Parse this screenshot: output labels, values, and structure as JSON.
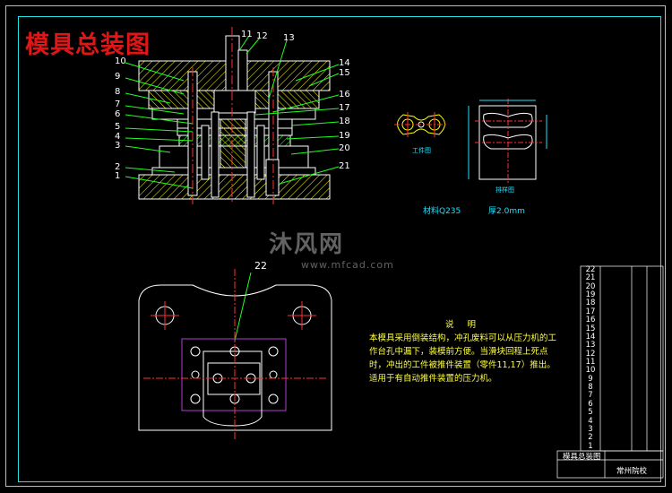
{
  "drawing": {
    "title": "模具总装图",
    "part_label_l": "工件图",
    "part_label_r": "排样图",
    "material": "材料Q235",
    "thickness": "厚2.0mm",
    "callouts_left": [
      "10",
      "9",
      "8",
      "7",
      "6",
      "5",
      "4",
      "3",
      "2",
      "1"
    ],
    "callouts_top": [
      "11",
      "12",
      "13"
    ],
    "callouts_right": [
      "14",
      "15",
      "16",
      "17",
      "18",
      "19",
      "20",
      "21"
    ],
    "callout_plan": "22",
    "notes_heading": "说  明",
    "notes_text": "本模具采用倒装结构，冲孔废料可以从压力机的工作台孔中漏下，装模前方便。当滑块回程上死点时，冲出的工件被推件装置（零件11,17）推出。适用于有自动推件装置的压力机。",
    "watermark": "沐风网",
    "watermark_url": "www.mfcad.com",
    "bom_numbers": [
      "22",
      "21",
      "20",
      "19",
      "18",
      "17",
      "16",
      "15",
      "14",
      "13",
      "12",
      "11",
      "10",
      "9",
      "8",
      "7",
      "6",
      "5",
      "4",
      "3",
      "2",
      "1"
    ],
    "title_block": {
      "name": "模具总装图",
      "school": "常州院校"
    }
  },
  "colors": {
    "title": "#e01616",
    "outline": "#ffffff",
    "hatch": "#ffff00",
    "leader": "#20ff20",
    "center": "#ff3030",
    "dim": "#20e0ff",
    "purple": "#b040d0",
    "frame": "#20e0e0"
  }
}
